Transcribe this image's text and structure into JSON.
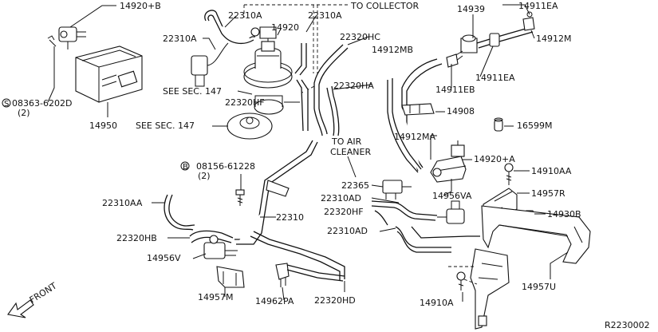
{
  "callouts": {
    "p14920B": "14920+B",
    "p22310A_1": "22310A",
    "p22310A_2": "22310A",
    "to_collector": "TO COLLECTOR",
    "p14939": "14939",
    "p14911EA_1": "14911EA",
    "p22310A_3": "22310A",
    "p14920": "14920",
    "p22320HC": "22320HC",
    "p14912MB": "14912MB",
    "p14912M": "14912M",
    "p14911EA_2": "14911EA",
    "p14911EB": "14911EB",
    "see_sec_147_1": "SEE SEC. 147",
    "p22320HA": "22320HA",
    "p08363": "08363-6202D",
    "p08363_qty": "(2)",
    "p22320HF_1": "22320HF",
    "p14908": "14908",
    "p14950": "14950",
    "see_sec_147_2": "SEE SEC. 147",
    "p16599M": "16599M",
    "p14912MA": "14912MA",
    "to_air": "TO AIR",
    "cleaner": "CLEANER",
    "p14920A": "14920+A",
    "p08156": "08156-61228",
    "p08156_qty": "(2)",
    "p14910AA": "14910AA",
    "p22365": "22365",
    "p22310AD_1": "22310AD",
    "p14956VA": "14956VA",
    "p14957R": "14957R",
    "p22310AA": "22310AA",
    "p22320HF_2": "22320HF",
    "p14930B": "14930B",
    "p22310": "22310",
    "p22310AD_2": "22310AD",
    "p22320HB": "22320HB",
    "p14956V": "14956V",
    "p14957U": "14957U",
    "p14957M": "14957M",
    "p14962PA": "14962PA",
    "p22320HD": "22320HD",
    "p14910A": "14910A",
    "front": "FRONT",
    "ref_code": "R2230002",
    "s_mark": "S",
    "b_mark": "B"
  }
}
